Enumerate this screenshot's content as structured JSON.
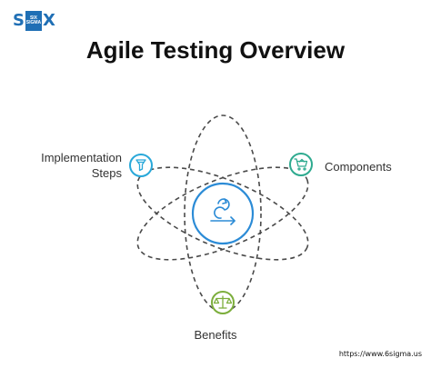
{
  "logo": {
    "left": "S",
    "right": "X",
    "mid_top": "SIX",
    "mid_bottom": "SIGMA"
  },
  "title": "Agile Testing Overview",
  "nodes": {
    "center": {
      "icon": "agile-cycle-icon"
    },
    "implementation": {
      "label": "Implementation Steps",
      "icon": "funnel-icon",
      "color": "#29a8d9"
    },
    "components": {
      "label": "Components",
      "icon": "cart-icon",
      "color": "#2eaa8f"
    },
    "benefits": {
      "label": "Benefits",
      "icon": "scales-icon",
      "color": "#7cae3c"
    }
  },
  "colors": {
    "center": "#2b8bd6",
    "orbit": "#4a4a4a",
    "title": "#111111",
    "logo": "#1f6fb5"
  },
  "source_url": "https://www.6sigma.us"
}
